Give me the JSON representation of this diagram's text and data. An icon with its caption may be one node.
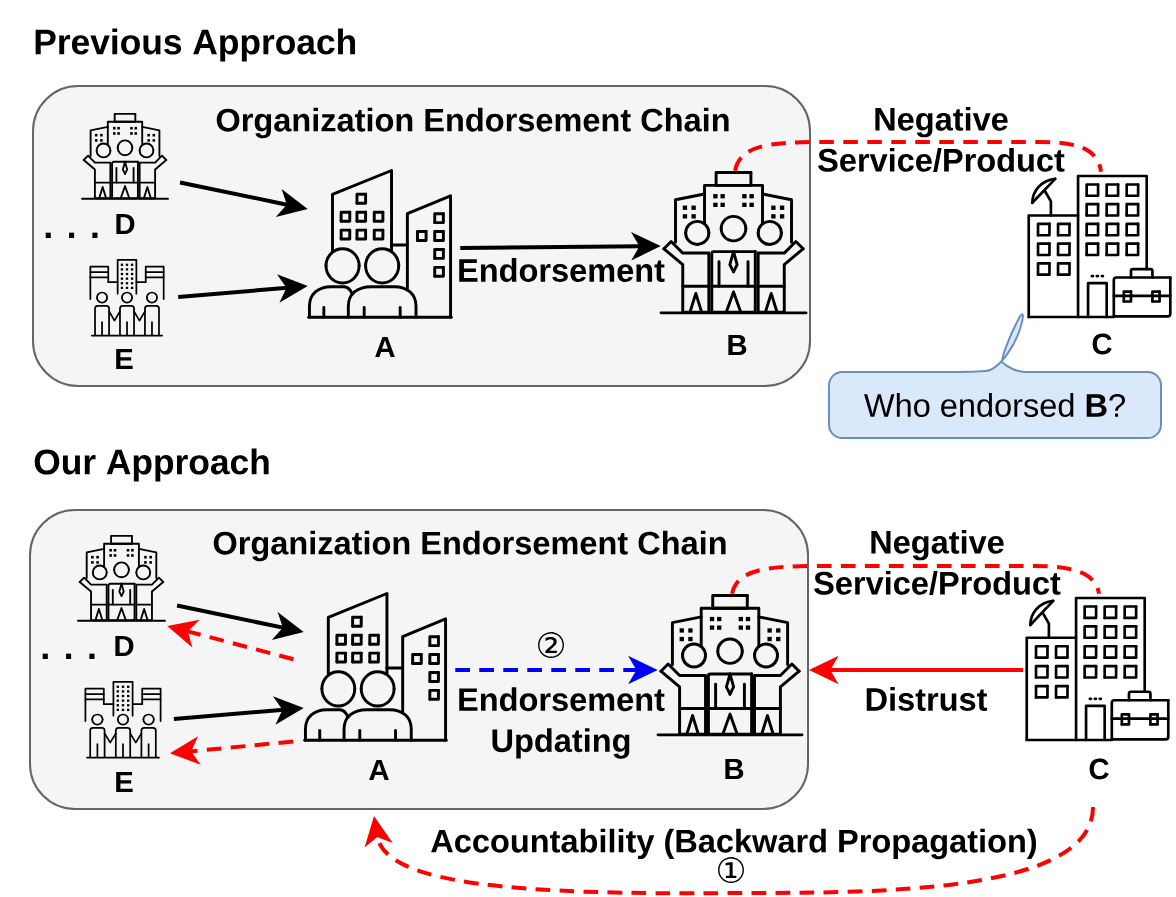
{
  "diagram": {
    "nodes": [
      {
        "text": [
          "Organization Endorsement Chain"
        ]
      },
      {
        "text": [
          "D"
        ],
        "in": 0
      },
      {
        "text": [
          "E"
        ],
        "in": 0
      },
      {
        "text": [
          "A"
        ],
        "in": 0
      },
      {
        "text": [
          "B"
        ],
        "in": 0
      },
      {
        "text": [
          "C"
        ]
      },
      {
        "text": [
          "Who endorsed **B**?"
        ]
      },
      {
        "text": [
          "Organization Endorsement Chain"
        ]
      },
      {
        "text": [
          "D"
        ],
        "in": 7
      },
      {
        "text": [
          "E"
        ],
        "in": 7
      },
      {
        "text": [
          "A"
        ],
        "in": 7
      },
      {
        "text": [
          "B"
        ],
        "in": 7
      },
      {
        "text": [
          "C"
        ]
      }
    ],
    "edges": [
      {
        "from": 1,
        "to": 3,
        "arrow": "to",
        "color": "#000000"
      },
      {
        "from": 2,
        "to": 3,
        "arrow": "to",
        "color": "#000000"
      },
      {
        "from": 3,
        "to": 4,
        "arrow": "to",
        "label": "Endorsement",
        "color": "#000000"
      },
      {
        "from": 4,
        "to": 5,
        "arrow": "none",
        "label": "Negative Service/Product",
        "style": "dashed",
        "color": "#ff0000"
      },
      {
        "from": 8,
        "to": 10,
        "arrow": "to",
        "color": "#000000"
      },
      {
        "from": 9,
        "to": 10,
        "arrow": "to",
        "color": "#000000"
      },
      {
        "from": 10,
        "to": 8,
        "arrow": "to",
        "style": "dashed",
        "color": "#ff0000"
      },
      {
        "from": 10,
        "to": 9,
        "arrow": "to",
        "style": "dashed",
        "color": "#ff0000"
      },
      {
        "from": 10,
        "to": 11,
        "arrow": "to",
        "label": "Endorsement Updating",
        "style": "dashed",
        "color": "#0000ff"
      },
      {
        "from": 11,
        "to": 12,
        "arrow": "none",
        "label": "Negative Service/Product",
        "style": "dashed",
        "color": "#ff0000"
      },
      {
        "from": 12,
        "to": 11,
        "arrow": "to",
        "label": "Distrust",
        "color": "#ff0000"
      },
      {
        "from": 12,
        "to": 7,
        "arrow": "to",
        "label": "Accountability (Backward Propagation)",
        "style": "dashed",
        "color": "#ff0000"
      }
    ],
    "labels": [
      "Previous Approach",
      ". . .",
      "Our Approach",
      ". . .",
      "②",
      "①"
    ]
  }
}
